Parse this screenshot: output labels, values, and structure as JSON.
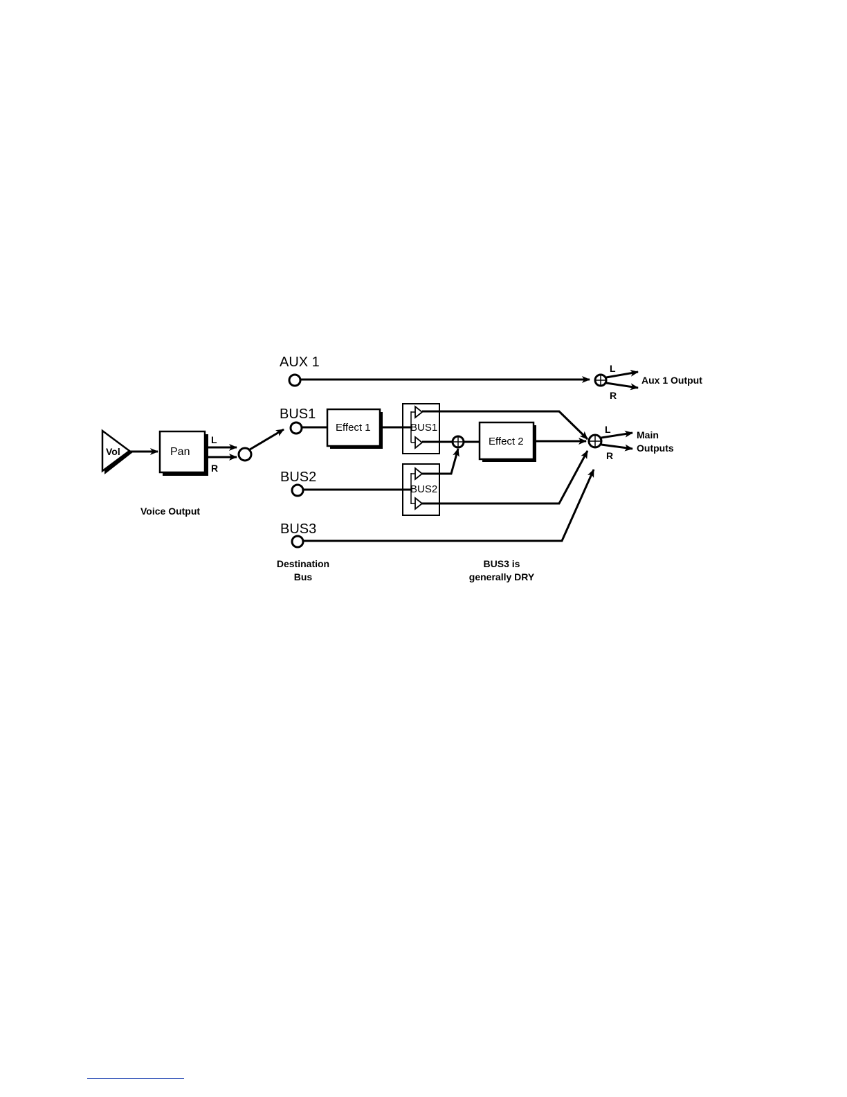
{
  "diagram": {
    "vol": "Vol",
    "pan": "Pan",
    "pan_left": "L",
    "pan_right": "R",
    "voice_output": "Voice Output",
    "aux1": "AUX 1",
    "bus1": "BUS1",
    "bus2": "BUS2",
    "bus3": "BUS3",
    "destination_line1": "Destination",
    "destination_line2": "Bus",
    "effect1": "Effect 1",
    "effect2": "Effect 2",
    "bus1_splitter": "BUS1",
    "bus2_splitter": "BUS2",
    "aux_out_left": "L",
    "aux_out_right": "R",
    "aux_output": "Aux 1 Output",
    "main_left": "L",
    "main_right": "R",
    "main_line1": "Main",
    "main_line2": "Outputs",
    "bus3_note_line1": "BUS3 is",
    "bus3_note_line2": "generally DRY"
  }
}
